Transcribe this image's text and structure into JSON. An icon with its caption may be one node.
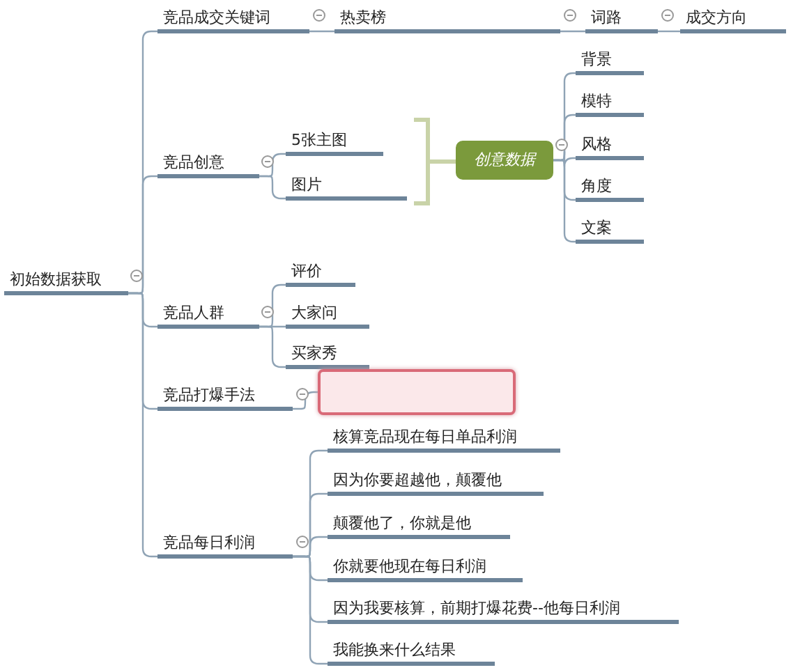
{
  "diagram": {
    "nodes": [
      {
        "text": [
          "初始数据获取"
        ]
      },
      {
        "text": [
          "竞品成交关键词"
        ]
      },
      {
        "text": [
          "热卖榜"
        ]
      },
      {
        "text": [
          "词路"
        ]
      },
      {
        "text": [
          "成交方向"
        ]
      },
      {
        "text": [
          "竞品创意"
        ]
      },
      {
        "text": [
          "5张主图"
        ]
      },
      {
        "text": [
          "图片"
        ]
      },
      {
        "text": [
          "创意数据"
        ]
      },
      {
        "text": [
          "背景"
        ]
      },
      {
        "text": [
          "模特"
        ]
      },
      {
        "text": [
          "风格"
        ]
      },
      {
        "text": [
          "角度"
        ]
      },
      {
        "text": [
          "文案"
        ]
      },
      {
        "text": [
          "竞品人群"
        ]
      },
      {
        "text": [
          "评价"
        ]
      },
      {
        "text": [
          "大家问"
        ]
      },
      {
        "text": [
          "买家秀"
        ]
      },
      {
        "text": [
          "竞品打爆手法"
        ]
      },
      {
        "text": [],
        "shape": "box"
      },
      {
        "text": [
          "竞品每日利润"
        ]
      },
      {
        "text": [
          "核算竞品现在每日单品利润"
        ]
      },
      {
        "text": [
          "因为你要超越他，颠覆他"
        ]
      },
      {
        "text": [
          "颠覆他了，你就是他"
        ]
      },
      {
        "text": [
          "你就要他现在每日利润"
        ]
      },
      {
        "text": [
          "因为我要核算，前期打爆花费--他每日利润"
        ]
      },
      {
        "text": [
          "我能换来什么结果"
        ]
      }
    ],
    "edges": [
      {
        "from": 0,
        "to": 1,
        "arrow": "none"
      },
      {
        "from": 0,
        "to": 5,
        "arrow": "none"
      },
      {
        "from": 0,
        "to": 14,
        "arrow": "none"
      },
      {
        "from": 0,
        "to": 18,
        "arrow": "none"
      },
      {
        "from": 0,
        "to": 20,
        "arrow": "none"
      },
      {
        "from": 1,
        "to": 2,
        "arrow": "none"
      },
      {
        "from": 2,
        "to": 3,
        "arrow": "none"
      },
      {
        "from": 3,
        "to": 4,
        "arrow": "none"
      },
      {
        "from": 5,
        "to": 6,
        "arrow": "none"
      },
      {
        "from": 5,
        "to": 7,
        "arrow": "none"
      },
      {
        "from": 8,
        "to": 9,
        "arrow": "none"
      },
      {
        "from": 8,
        "to": 10,
        "arrow": "none"
      },
      {
        "from": 8,
        "to": 11,
        "arrow": "none"
      },
      {
        "from": 8,
        "to": 12,
        "arrow": "none"
      },
      {
        "from": 8,
        "to": 13,
        "arrow": "none"
      },
      {
        "from": 14,
        "to": 15,
        "arrow": "none"
      },
      {
        "from": 14,
        "to": 16,
        "arrow": "none"
      },
      {
        "from": 14,
        "to": 17,
        "arrow": "none"
      },
      {
        "from": 18,
        "to": 19,
        "arrow": "none"
      },
      {
        "from": 20,
        "to": 21,
        "arrow": "none"
      },
      {
        "from": 20,
        "to": 22,
        "arrow": "none"
      },
      {
        "from": 20,
        "to": 23,
        "arrow": "none"
      },
      {
        "from": 20,
        "to": 24,
        "arrow": "none"
      },
      {
        "from": 20,
        "to": 25,
        "arrow": "none"
      },
      {
        "from": 20,
        "to": 26,
        "arrow": "none"
      }
    ]
  }
}
